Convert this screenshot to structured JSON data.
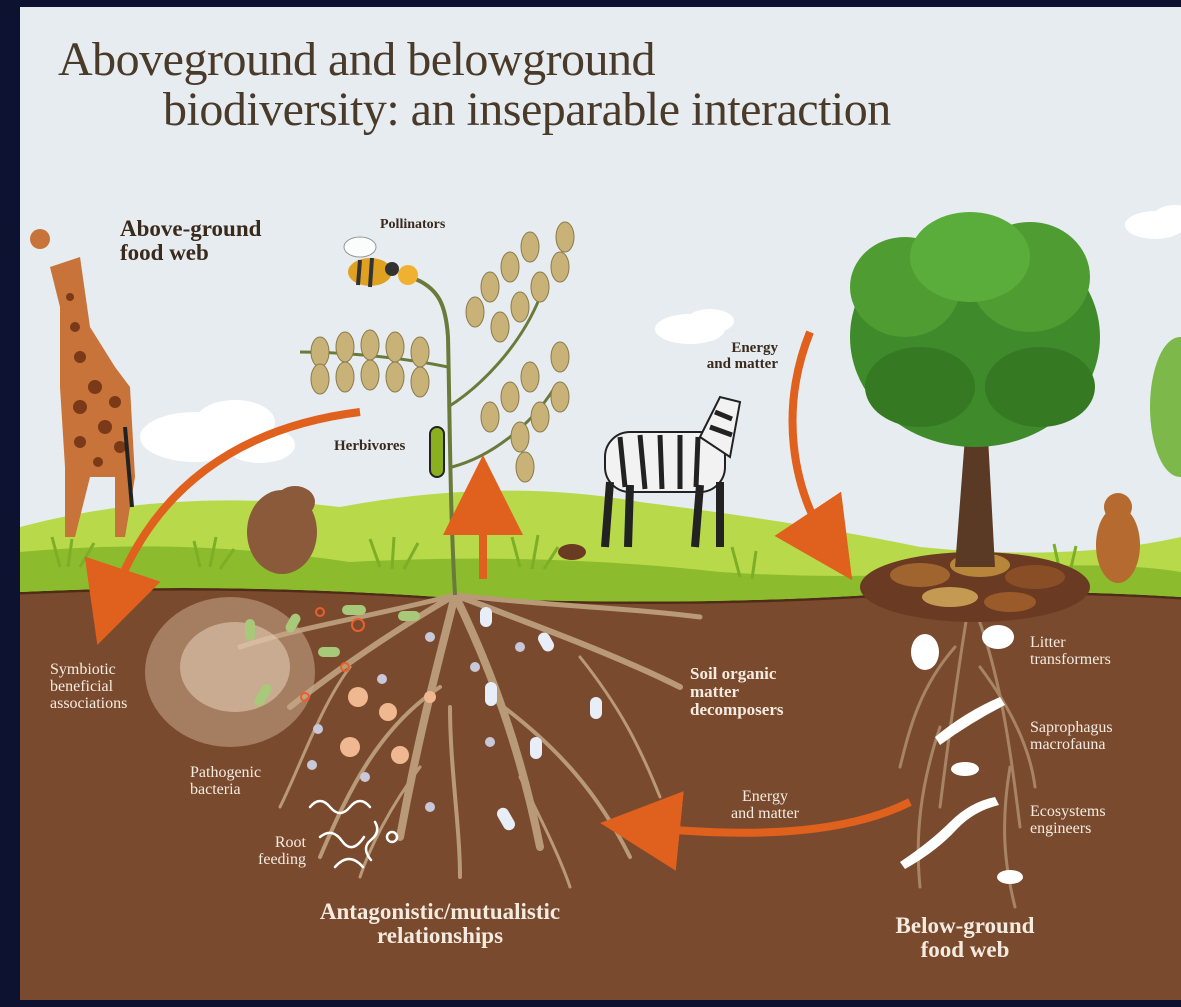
{
  "title": {
    "line1": "Aboveground and belowground",
    "line2": "biodiversity: an inseparable interaction"
  },
  "labels": {
    "above_ground_food_web": "Above-ground\nfood web",
    "pollinators": "Pollinators",
    "herbivores": "Herbivores",
    "energy_matter_top": "Energy\nand matter",
    "symbiotic": "Symbiotic\nbeneficial\nassociations",
    "pathogenic": "Pathogenic\nbacteria",
    "root_feeding": "Root\nfeeding",
    "soil_organic": "Soil organic\nmatter\ndecomposers",
    "energy_matter_bottom": "Energy\nand matter",
    "antagonistic": "Antagonistic/mutualistic\nrelationships",
    "litter": "Litter\ntransformers",
    "saprophagus": "Saprophagus\nmacrofauna",
    "ecosystems": "Ecosystems\nengineers",
    "below_ground_food_web": "Below-ground\nfood web"
  },
  "colors": {
    "frame": "#0d1230",
    "sky": "#e6ecf0",
    "grass": "#9cc93a",
    "soil": "#7a4a2e",
    "arrow": "#e0601e",
    "root": "#b99a78",
    "leaf": "#c9b277",
    "tree": "#3f8a2a"
  }
}
